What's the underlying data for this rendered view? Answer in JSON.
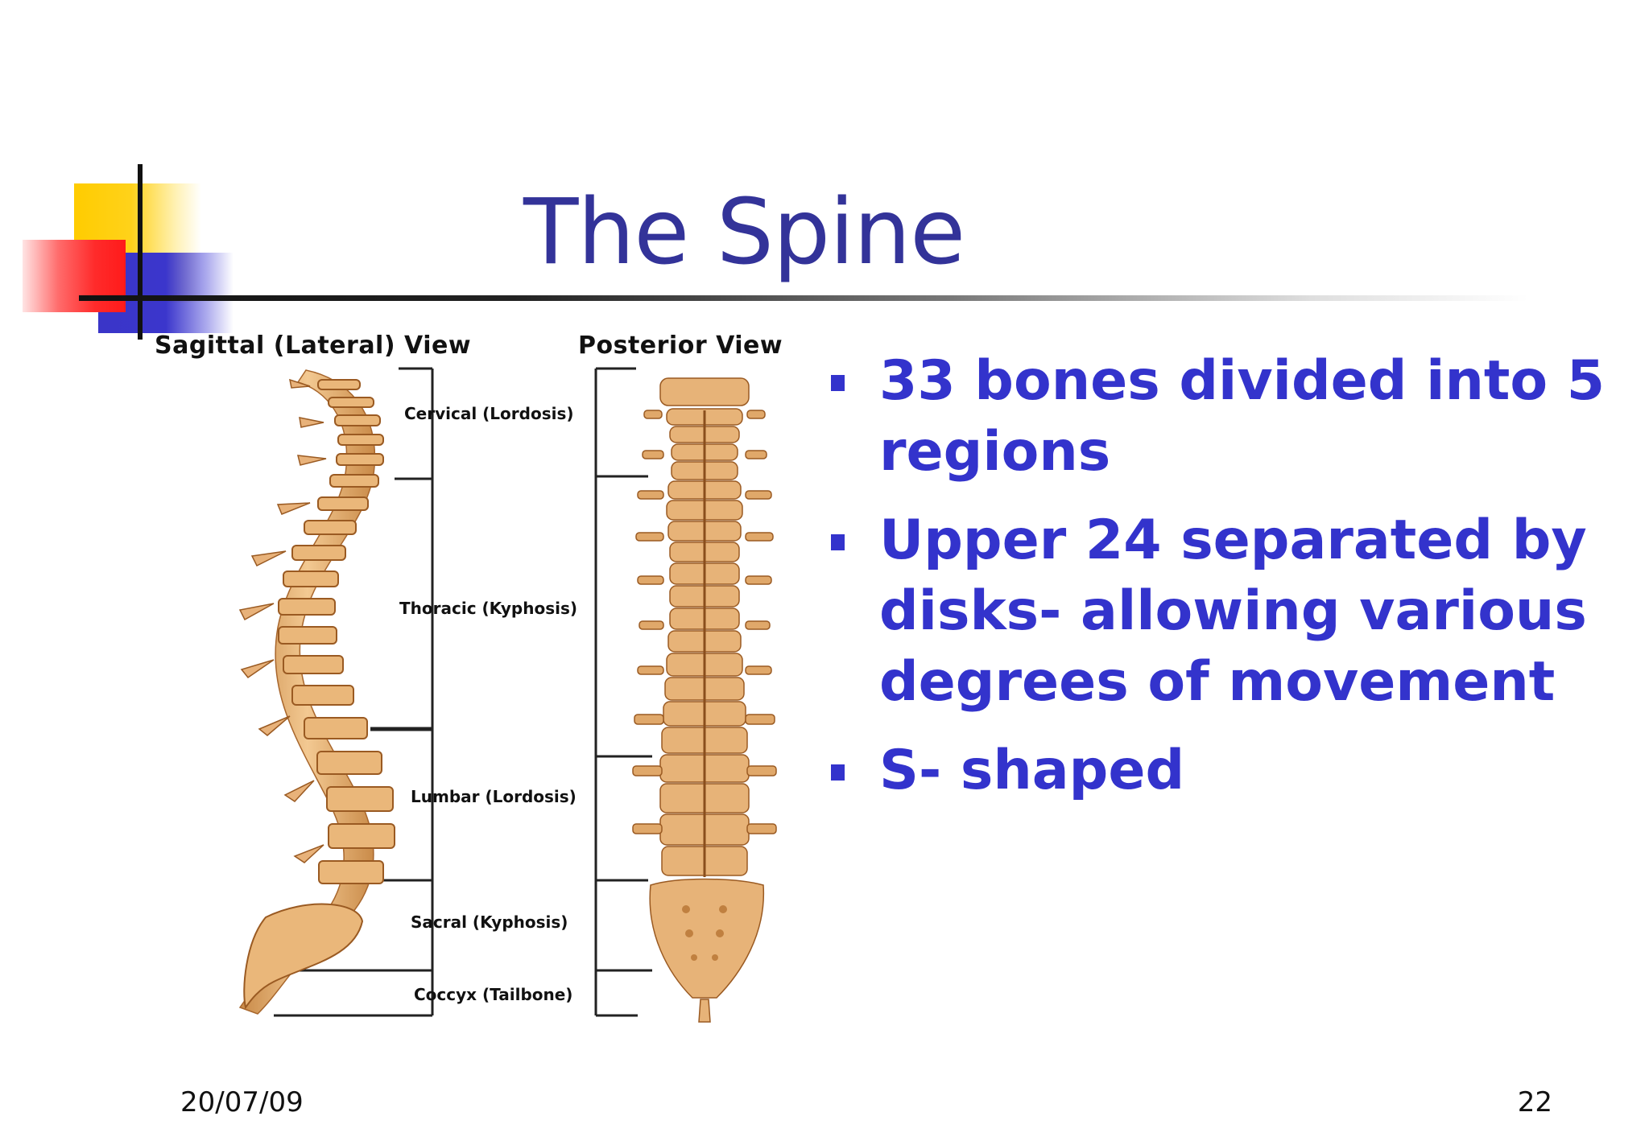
{
  "slide": {
    "title": "The Spine",
    "figure": {
      "views": [
        "Sagittal (Lateral) View",
        "Posterior View"
      ],
      "regions": [
        "Cervical (Lordosis)",
        "Thoracic (Kyphosis)",
        "Lumbar (Lordosis)",
        "Sacral (Kyphosis)",
        "Coccyx (Tailbone)"
      ]
    },
    "bullets": [
      "33 bones divided into 5 regions",
      "Upper 24 separated by disks- allowing various degrees of movement",
      "S- shaped"
    ],
    "footer": {
      "date": "20/07/09",
      "page_number": "22"
    }
  },
  "colors": {
    "title": "#333399",
    "bullet_text": "#3333cc",
    "bone": "#e2a766",
    "accent_yellow": "#ffcc00",
    "accent_red": "#ff2b2b",
    "accent_blue": "#3a35c8"
  }
}
